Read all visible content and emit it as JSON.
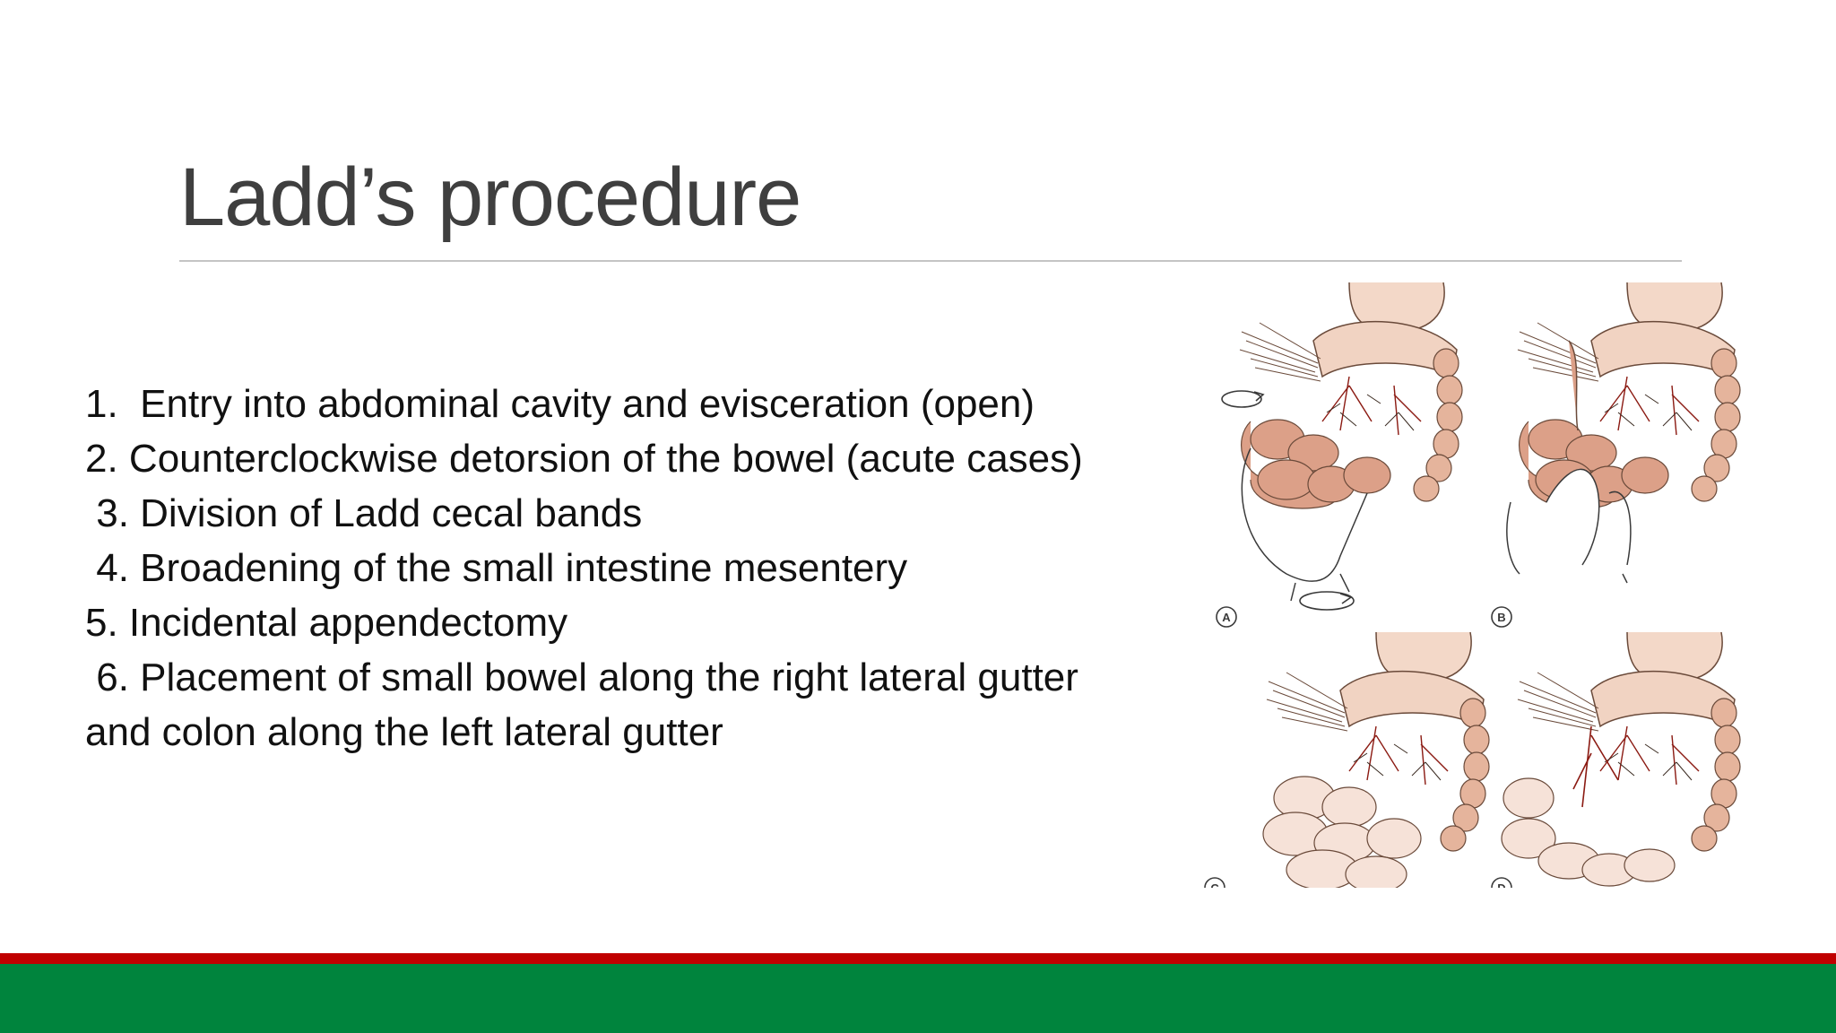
{
  "slide": {
    "title": "Ladd’s procedure",
    "steps": [
      "1.  Entry into abdominal cavity and evisceration (open)",
      "2. Counterclockwise detorsion of the bowel (acute cases)",
      " 3. Division of Ladd cecal bands",
      " 4. Broadening of the small intestine mesentery",
      "5. Incidental appendectomy",
      " 6. Placement of small bowel along the right lateral gutter",
      "and colon along the left lateral gutter"
    ],
    "figure": {
      "panel_labels": [
        "A",
        "B",
        "C",
        "D"
      ]
    }
  },
  "colors": {
    "title": "#3f3f3f",
    "body_text": "#111111",
    "rule": "#c4c4c4",
    "footer_red": "#c00000",
    "footer_green": "#00843d",
    "bowel_fill": "#e8b9a4",
    "bowel_dark": "#c98a70",
    "vessel": "#8b1a12"
  }
}
